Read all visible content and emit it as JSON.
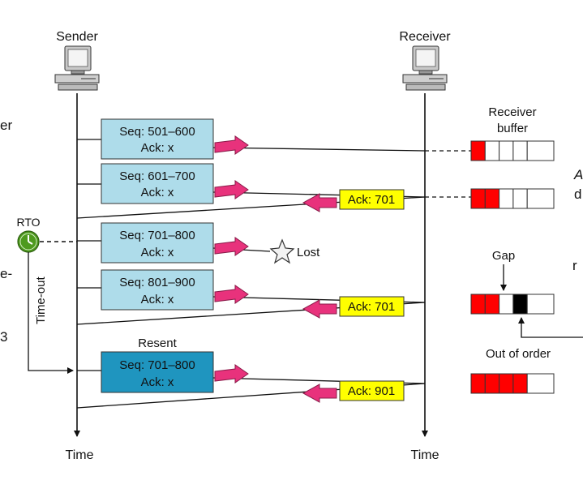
{
  "labels": {
    "sender": "Sender",
    "receiver": "Receiver",
    "time_left": "Time",
    "time_right": "Time",
    "receiver_buffer_line1": "Receiver",
    "receiver_buffer_line2": "buffer",
    "rto": "RTO",
    "time_out": "Time-out",
    "lost": "Lost",
    "resent": "Resent",
    "gap": "Gap",
    "out_of_order": "Out of order"
  },
  "segments": [
    {
      "seq": "Seq: 501–600",
      "ack": "Ack: x"
    },
    {
      "seq": "Seq: 601–700",
      "ack": "Ack: x"
    },
    {
      "seq": "Seq: 701–800",
      "ack": "Ack: x"
    },
    {
      "seq": "Seq: 801–900",
      "ack": "Ack: x"
    },
    {
      "seq": "Seq: 701–800",
      "ack": "Ack: x"
    }
  ],
  "acks": [
    "Ack: 701",
    "Ack: 701",
    "Ack: 901"
  ],
  "buffers": [
    [
      "filled",
      "empty",
      "empty",
      "empty",
      "empty"
    ],
    [
      "filled",
      "filled",
      "empty",
      "empty",
      "empty"
    ],
    [
      "filled",
      "filled",
      "empty",
      "out_of_order",
      "empty"
    ],
    [
      "filled",
      "filled",
      "filled",
      "filled",
      "empty"
    ]
  ],
  "side_fragments": {
    "left": [
      "er",
      "e-",
      "3"
    ],
    "right": [
      "A",
      "d",
      "r"
    ]
  },
  "colors": {
    "segment_box": "#aedcea",
    "segment_box_resent": "#1f95bf",
    "ack_box": "#ffff00",
    "arrow_fill": "#e8327c",
    "arrow_stroke": "#8a1c4a",
    "buffer_filled": "#ff0000",
    "buffer_out_of_order": "#000000",
    "rto_clock": "#4e9a1e"
  }
}
